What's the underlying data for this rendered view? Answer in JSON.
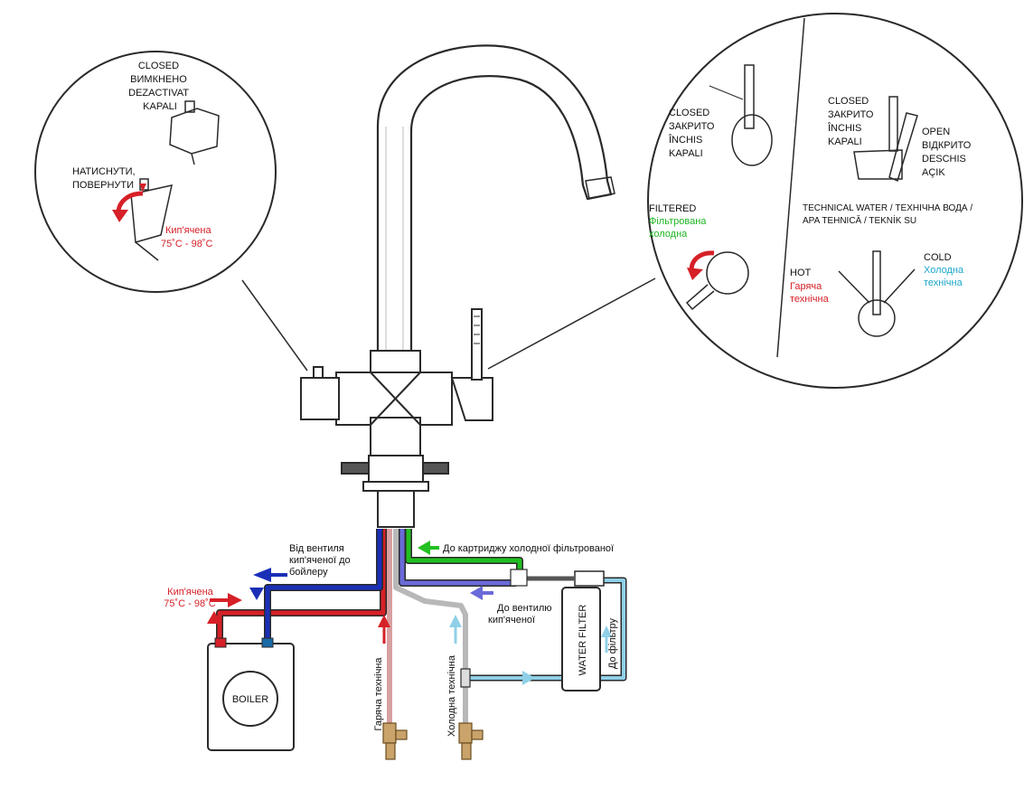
{
  "colors": {
    "hot": "#d62027",
    "boiler_return": "#1a2fb8",
    "filtered": "#22c022",
    "to_boiling_valve": "#6a6ad8",
    "cold": "#8fd0e8",
    "outline": "#2a2a2a",
    "technical_hot_pipe": "#d8a0a0",
    "technical_cold_pipe": "#b8b8b8"
  },
  "left_detail": {
    "closed_labels": [
      "CLOSED",
      "ВИМКНЕНО",
      "DEZACTIVAT",
      "KAPALI"
    ],
    "press_turn_labels": [
      "НАТИСНУТИ,",
      "ПОВЕРНУТИ"
    ],
    "boiled_label": "Кип'ячена",
    "boiled_temp": "75˚C - 98˚C"
  },
  "right_detail": {
    "closed1_labels": [
      "CLOSED",
      "ЗАКРИТО",
      "ÎNCHIS",
      "KAPALI"
    ],
    "closed2_labels": [
      "CLOSED",
      "ЗАКРИТО",
      "ÎNCHIS",
      "KAPALI"
    ],
    "open_labels": [
      "OPEN",
      "ВІДКРИТО",
      "DESCHIS",
      "AÇIK"
    ],
    "filtered_label": "FILTERED",
    "filtered_ua": [
      "Фільтрована",
      "холодна"
    ],
    "technical_water": [
      "TECHNICAL WATER / ТЕХНІЧНА ВОДА /",
      "APA TEHNICĂ / TEKNİK SU"
    ],
    "hot_label": "HOT",
    "hot_ua": [
      "Гаряча",
      "технічна"
    ],
    "cold_label": "COLD",
    "cold_ua": [
      "Холодна",
      "технічна"
    ]
  },
  "piping": {
    "from_valve": [
      "Від вентиля",
      "кип'яченої до",
      "бойлеру"
    ],
    "boiled_label": "Кип'ячена",
    "boiled_temp": "75˚C - 98˚C",
    "to_cartridge": "До картриджу холодної фільтрованої",
    "to_valve": [
      "До вентилю",
      "кип'яченої"
    ],
    "hot_technical": "Гаряча технічна",
    "cold_technical": "Холодна технічна",
    "to_filter": "До фільтру",
    "water_filter": "WATER FILTER",
    "boiler": "BOILER"
  }
}
